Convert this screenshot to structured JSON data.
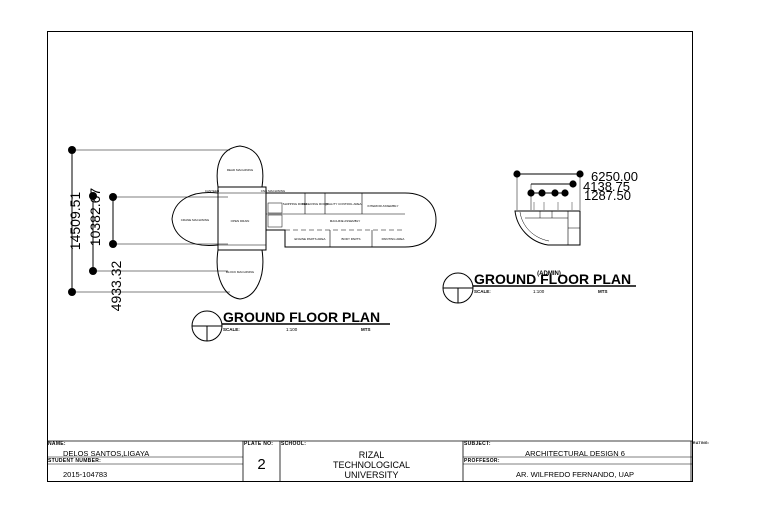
{
  "left_plan": {
    "title": "GROUND FLOOR PLAN",
    "scale_label": "SCALE:",
    "scale_value": "1:100",
    "units": "MTS",
    "dimensions": [
      "14509.51",
      "10382.67",
      "4933.32"
    ],
    "rooms": {
      "top_pod": "READ MACHINING",
      "left_pod": "CRANE MACHINING",
      "center": "OPEN DRAIN",
      "bottom_pod": "BLOCK MACHINING",
      "upper_left": "CANTEEN",
      "upper_right": "CNC MACHINING",
      "wing_1": "SHIPPING ROOM",
      "wing_2": "RECEIVING ROOM",
      "wing_3": "QUALITY CONTROL AREA",
      "wing_4": "INTERIOR ASSEMBLY",
      "wing_5": "MACHINE ASSEMBLY",
      "wing_6": "ENGINE PARTS AREA",
      "wing_7": "BODY PARTS",
      "wing_8": "PAINTING AREA"
    }
  },
  "right_plan": {
    "subtitle": "(ADMIN)",
    "title": "GROUND FLOOR PLAN",
    "scale_label": "SCALE:",
    "scale_value": "1:100",
    "units": "MTS",
    "dimensions": [
      "6250.00",
      "4138.75",
      "1287.50"
    ]
  },
  "title_block": {
    "name_label": "NAME:",
    "name_value": "DELOS SANTOS,LIGAYA",
    "student_number_label": "STUDENT NUMBER:",
    "student_number_value": "2015-104783",
    "plate_no_label": "PLATE NO:",
    "plate_no_value": "2",
    "school_label": "SCHOOL:",
    "school_value_1": "RIZAL",
    "school_value_2": "TECHNOLOGICAL",
    "school_value_3": "UNIVERSITY",
    "subject_label": "SUBJECT:",
    "subject_value": "ARCHITECTURAL DESIGN 6",
    "professor_label": "PROFFESOR:",
    "professor_value": "AR. WILFREDO FERNANDO, UAP",
    "rating_label": "RATING:"
  }
}
